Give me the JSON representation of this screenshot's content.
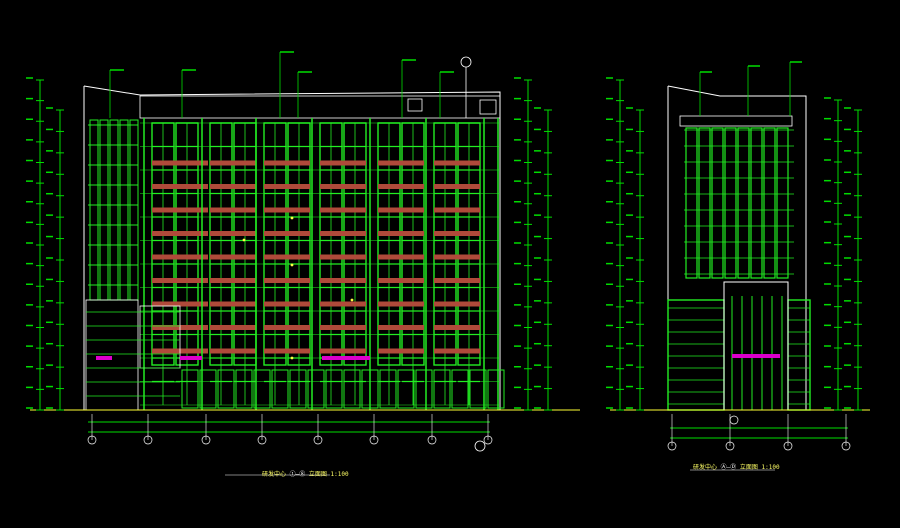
{
  "colors": {
    "background": "#000000",
    "window_frame": "#22ee22",
    "dimension_line": "#00dd00",
    "spandrel": "#b04a3a",
    "highlight_band": "#dd00cc",
    "outline": "#ffffff",
    "ground_line": "#ffff33",
    "yellow_accent": "#ffff44"
  },
  "drawing": {
    "front_elevation": {
      "caption_main": "研发中心",
      "caption_axis": "①—⑧",
      "caption_suffix": "立面图 1:100"
    },
    "side_elevation": {
      "caption_main": "研发中心",
      "caption_axis": "Ⓐ—Ⓓ",
      "caption_suffix": "立面图 1:100"
    }
  },
  "icons": [
    "grid-axis-bubble-icon",
    "elevation-marker-icon"
  ]
}
